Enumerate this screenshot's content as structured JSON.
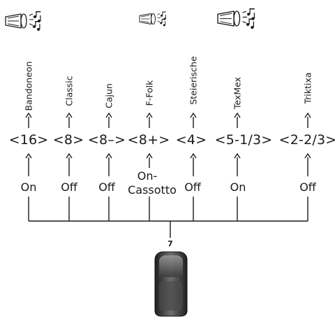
{
  "voices": [
    {
      "name": "Bandoneon",
      "footage": "<16>",
      "state": "On"
    },
    {
      "name": "Classic",
      "footage": "<8>",
      "state": "Off"
    },
    {
      "name": "Cajun",
      "footage": "<8–>",
      "state": "Off"
    },
    {
      "name": "F-Folk",
      "footage": "<8+>",
      "state": "On-\nCassotto"
    },
    {
      "name": "Steierische",
      "footage": "<4>",
      "state": "Off"
    },
    {
      "name": "TexMex",
      "footage": "<5-1/3>",
      "state": "On"
    },
    {
      "name": "Triktixa",
      "footage": "<2-2/3>",
      "state": "Off"
    }
  ],
  "control": {
    "number": "7",
    "icon": "register-button-icon"
  },
  "sound_icons": [
    "loudspeaker-notes-icon",
    "loudspeaker-notes-icon",
    "loudspeaker-notes-icon"
  ],
  "colors": {
    "line": "#1a1a1a",
    "button_dark": "#2b2b2b",
    "button_mid": "#6e6e6e"
  }
}
